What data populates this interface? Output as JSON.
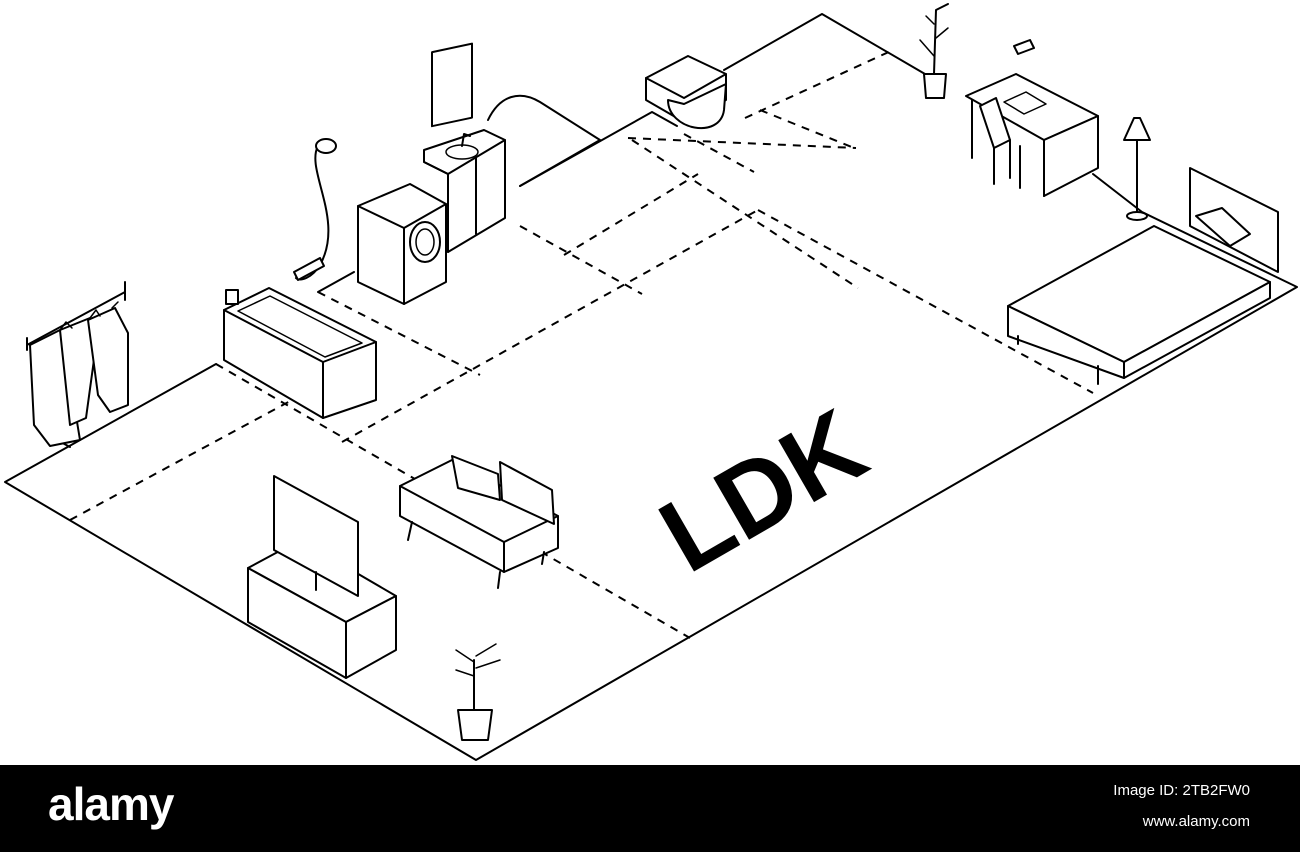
{
  "floor_label": "LDK",
  "watermark": {
    "logo": "alamy",
    "image_id": "Image ID: 2TB2FW0",
    "url": "www.alamy.com"
  }
}
